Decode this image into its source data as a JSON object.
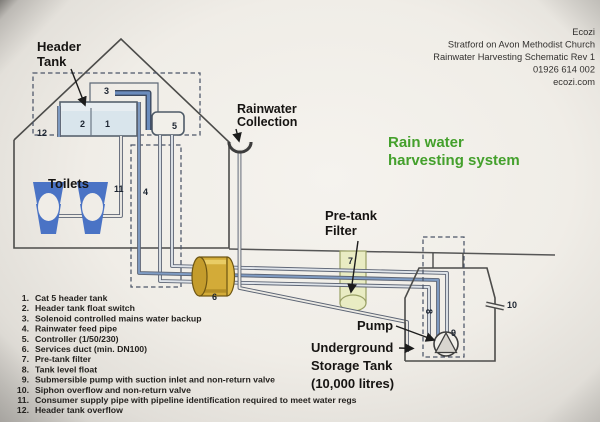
{
  "letterhead": {
    "line1": "Ecozi",
    "line2": "Stratford on Avon Methodist Church",
    "line3": "Rainwater Harvesting Schematic Rev 1",
    "line4": "01926  614 002",
    "line5": "ecozi.com"
  },
  "title": {
    "line1": "Rain water",
    "line2": "harvesting system"
  },
  "labels": {
    "header_tank_line1": "Header",
    "header_tank_line2": "Tank",
    "toilets": "Toilets",
    "rainwater_line1": "Rainwater",
    "rainwater_line2": "Collection",
    "filter_line1": "Pre-tank",
    "filter_line2": "Filter",
    "pump": "Pump",
    "tank_line1": "Underground",
    "tank_line2": "Storage Tank",
    "tank_line3": "(10,000 litres)"
  },
  "numbers": {
    "n1": "1",
    "n2": "2",
    "n3": "3",
    "n4": "4",
    "n5": "5",
    "n6": "6",
    "n7": "7",
    "n8": "8",
    "n9": "9",
    "n10": "10",
    "n11": "11",
    "n12": "12"
  },
  "legend": {
    "items": [
      {
        "n": "1.",
        "t": "Cat 5 header tank"
      },
      {
        "n": "2.",
        "t": "Header tank float switch"
      },
      {
        "n": "3.",
        "t": "Solenoid  controlled mains water backup"
      },
      {
        "n": "4.",
        "t": "Rainwater feed pipe"
      },
      {
        "n": "5.",
        "t": "Controller (1/50/230)"
      },
      {
        "n": "6.",
        "t": "Services duct (min. DN100)"
      },
      {
        "n": "7.",
        "t": "Pre-tank filter"
      },
      {
        "n": "8.",
        "t": "Tank level float"
      },
      {
        "n": "9.",
        "t": "Submersible pump with suction inlet and non-return valve"
      },
      {
        "n": "10.",
        "t": "Siphon overflow and non-return valve"
      },
      {
        "n": "11.",
        "t": "Consumer supply pipe with pipeline identification required to meet water regs"
      },
      {
        "n": "12.",
        "t": "Header tank overflow"
      }
    ]
  },
  "colors": {
    "title_green": "#44a02c",
    "toilet_blue": "#4a73c5",
    "pipe_blue": "#7f9cc4",
    "duct_gold": "#d3ab38",
    "filter_yellow": "#e9ecc3",
    "tank_water": "#d9e5ec"
  }
}
